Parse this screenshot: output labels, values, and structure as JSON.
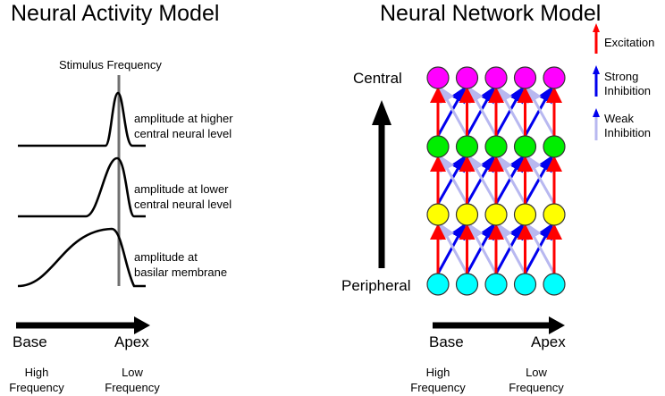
{
  "left": {
    "title": "Neural Activity Model",
    "stimulus_label": "Stimulus Frequency",
    "curves": [
      {
        "label_line1": "amplitude at higher",
        "label_line2": "central neural level"
      },
      {
        "label_line1": "amplitude at lower",
        "label_line2": "central neural level"
      },
      {
        "label_line1": "amplitude at",
        "label_line2": "basilar membrane"
      }
    ],
    "axis": {
      "start": "Base",
      "end": "Apex"
    },
    "freq": {
      "high": [
        "High",
        "Frequency"
      ],
      "low": [
        "Low",
        "Frequency"
      ]
    }
  },
  "right": {
    "title": "Neural Network Model",
    "central_label": "Central",
    "peripheral_label": "Peripheral",
    "legend": [
      {
        "label_lines": [
          "Excitation"
        ],
        "color": "#ff0000"
      },
      {
        "label_lines": [
          "Strong",
          "Inhibition"
        ],
        "color": "#0000ee"
      },
      {
        "label_lines": [
          "Weak",
          "Inhibition"
        ],
        "color": "#b8b8f0"
      }
    ],
    "axis": {
      "start": "Base",
      "end": "Apex"
    },
    "freq": {
      "high": [
        "High",
        "Frequency"
      ],
      "low": [
        "Low",
        "Frequency"
      ]
    },
    "layers": [
      {
        "name": "central",
        "color": "#ff00ff"
      },
      {
        "name": "higher",
        "color": "#00ee00"
      },
      {
        "name": "lower",
        "color": "#ffff00"
      },
      {
        "name": "peripheral",
        "color": "#00ffff"
      }
    ],
    "columns": 5
  }
}
